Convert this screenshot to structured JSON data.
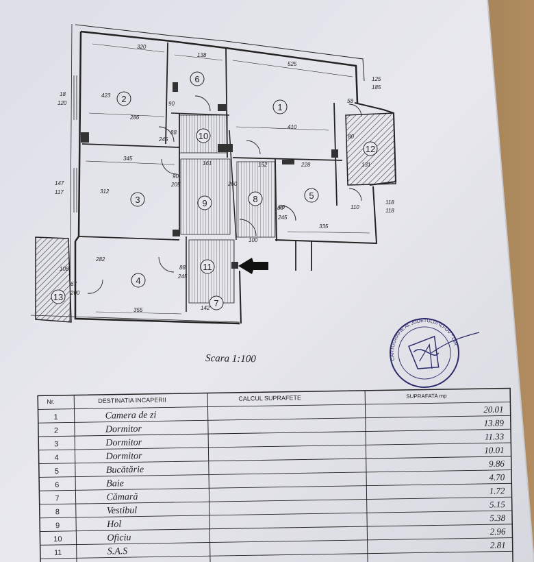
{
  "rooms_plan": [
    {
      "n": "1"
    },
    {
      "n": "2"
    },
    {
      "n": "3"
    },
    {
      "n": "4"
    },
    {
      "n": "5"
    },
    {
      "n": "6"
    },
    {
      "n": "7"
    },
    {
      "n": "8"
    },
    {
      "n": "9"
    },
    {
      "n": "10"
    },
    {
      "n": "11"
    },
    {
      "n": "12"
    },
    {
      "n": "13"
    }
  ],
  "dimensions": {
    "d320": "320",
    "d138": "138",
    "d525": "525",
    "d125": "125",
    "d185": "185",
    "d423": "423",
    "d18": "18",
    "d120": "120",
    "d286": "286",
    "d410": "410",
    "d345": "345",
    "d312": "312",
    "d147": "147",
    "d117": "117",
    "d228": "228",
    "d335": "335",
    "d282": "282",
    "d355": "355",
    "d200": "200",
    "d67": "67",
    "d245a": "245",
    "d245b": "245",
    "d245c": "245",
    "d205": "205",
    "d90a": "90",
    "d90b": "90",
    "d88a": "88",
    "d88b": "88",
    "d80a": "80",
    "d80b": "80",
    "d161": "161",
    "d260": "260",
    "d100": "100",
    "d152": "152",
    "d142": "142",
    "d58": "58",
    "d110": "110",
    "d108": "108",
    "d118a": "118",
    "d118b": "118",
    "d131": "131",
    "d90c": "90"
  },
  "scale_label": "Scara 1:100",
  "stamp": {
    "text": "CARTOGRAFIE AL JUDETULUI ILFOV * DIRECTOR GENERAL"
  },
  "table": {
    "headers": [
      "Nr.",
      "DESTINATIA INCAPERII",
      "CALCUL SUPRAFETE",
      "SUPRAFATA mp"
    ],
    "rows": [
      {
        "nr": "1",
        "dest": "Camera de zi",
        "area": "20.01"
      },
      {
        "nr": "2",
        "dest": "Dormitor",
        "area": "13.89"
      },
      {
        "nr": "3",
        "dest": "Dormitor",
        "area": "11.33"
      },
      {
        "nr": "4",
        "dest": "Dormitor",
        "area": "10.01"
      },
      {
        "nr": "5",
        "dest": "Bucătărie",
        "area": "9.86"
      },
      {
        "nr": "6",
        "dest": "Baie",
        "area": "4.70"
      },
      {
        "nr": "7",
        "dest": "Cămară",
        "area": "1.72"
      },
      {
        "nr": "8",
        "dest": "Vestibul",
        "area": "5.15"
      },
      {
        "nr": "9",
        "dest": "Hol",
        "area": "5.38"
      },
      {
        "nr": "10",
        "dest": "Oficiu",
        "area": "2.96"
      },
      {
        "nr": "11",
        "dest": "S.A.S",
        "area": "2.81"
      }
    ]
  },
  "colors": {
    "paper": "#e4e4ea",
    "ink": "#222222",
    "hatch": "#555555",
    "wood": "#9a7a52"
  }
}
